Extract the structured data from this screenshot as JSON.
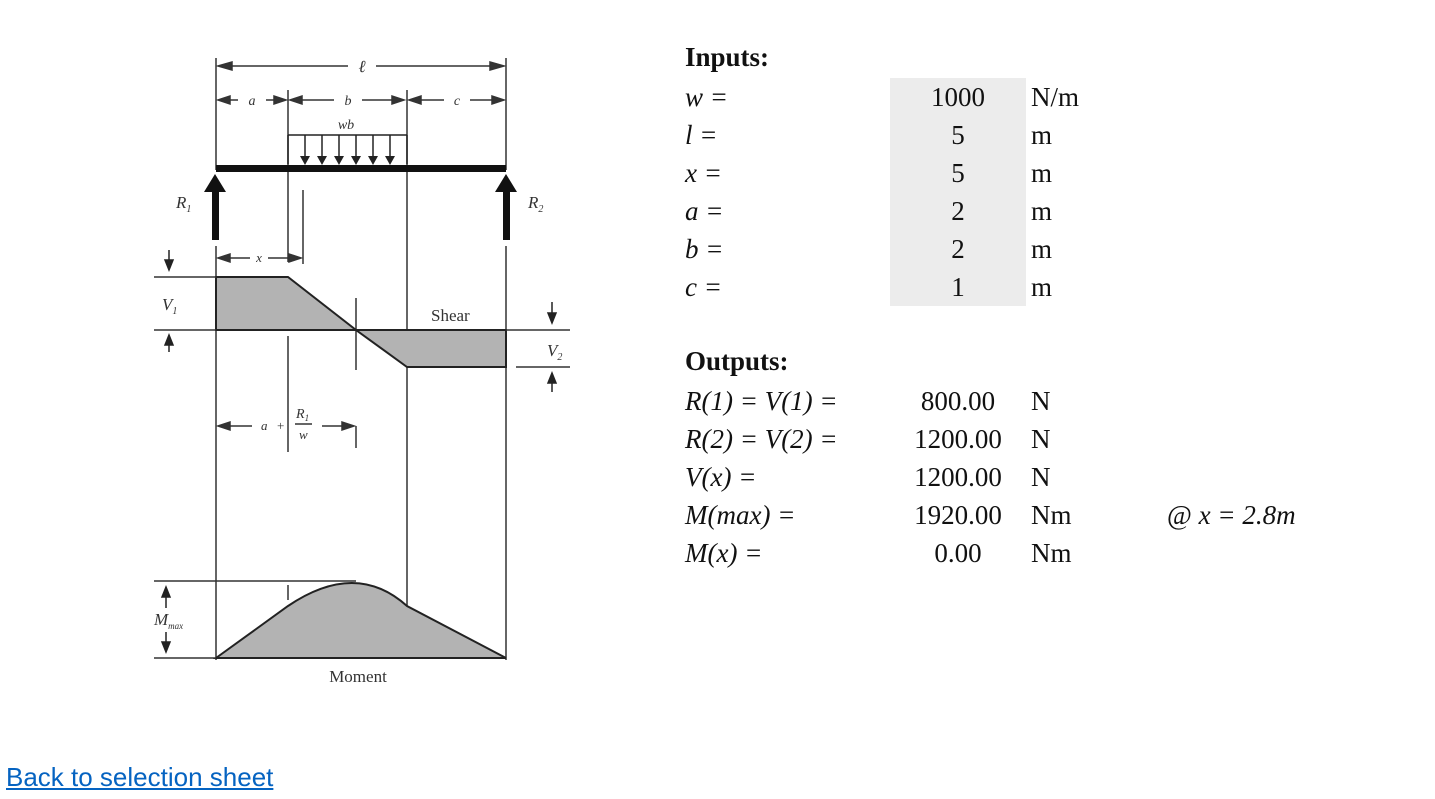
{
  "diagram": {
    "labels": {
      "l": "ℓ",
      "a": "a",
      "b": "b",
      "c": "c",
      "wb": "wb",
      "r1": "R",
      "r1_sub": "1",
      "r2": "R",
      "r2_sub": "2",
      "x": "x",
      "v1": "V",
      "v1_sub": "1",
      "v2": "V",
      "v2_sub": "2",
      "shear": "Shear",
      "dist_a": "a",
      "dist_plus": "+",
      "dist_r": "R",
      "dist_r_sub": "1",
      "dist_w": "w",
      "mmax": "M",
      "mmax_sub": "max",
      "moment": "Moment"
    }
  },
  "inputs": {
    "heading": "Inputs:",
    "rows": [
      {
        "name": "w =",
        "value": "1000",
        "unit": "N/m"
      },
      {
        "name": "l =",
        "value": "5",
        "unit": "m"
      },
      {
        "name": "x =",
        "value": "5",
        "unit": "m"
      },
      {
        "name": "a =",
        "value": "2",
        "unit": "m"
      },
      {
        "name": "b =",
        "value": "2",
        "unit": "m"
      },
      {
        "name": "c =",
        "value": "1",
        "unit": "m"
      }
    ]
  },
  "outputs": {
    "heading": "Outputs:",
    "rows": [
      {
        "name": "R(1) = V(1) =",
        "value": "800.00",
        "unit": "N"
      },
      {
        "name": "R(2) = V(2) =",
        "value": "1200.00",
        "unit": "N"
      },
      {
        "name": "V(x) =",
        "value": "1200.00",
        "unit": "N"
      },
      {
        "name": "M(max) =",
        "value": "1920.00",
        "unit": "Nm",
        "note_at": "@",
        "note_expr": "x = 2.8m"
      },
      {
        "name": "M(x) =",
        "value": "0.00",
        "unit": "Nm"
      }
    ]
  },
  "link": {
    "label": "Back to selection sheet"
  }
}
